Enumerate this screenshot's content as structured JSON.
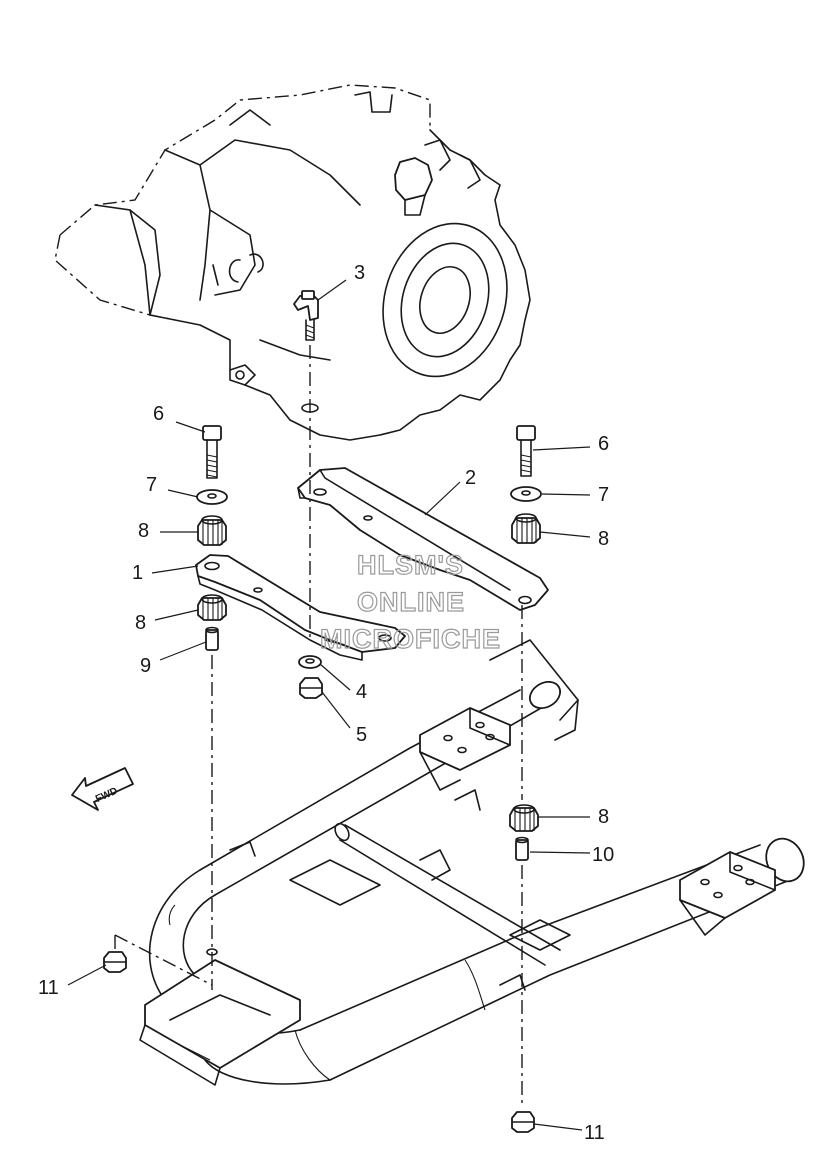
{
  "callouts": [
    {
      "id": "c3",
      "text": "3"
    },
    {
      "id": "c6l",
      "text": "6"
    },
    {
      "id": "c6r",
      "text": "6"
    },
    {
      "id": "c2",
      "text": "2"
    },
    {
      "id": "c7l",
      "text": "7"
    },
    {
      "id": "c7r",
      "text": "7"
    },
    {
      "id": "c8l",
      "text": "8"
    },
    {
      "id": "c8r",
      "text": "8"
    },
    {
      "id": "c1",
      "text": "1"
    },
    {
      "id": "c8lb",
      "text": "8"
    },
    {
      "id": "c9",
      "text": "9"
    },
    {
      "id": "c4",
      "text": "4"
    },
    {
      "id": "c5",
      "text": "5"
    },
    {
      "id": "c8rb",
      "text": "8"
    },
    {
      "id": "c10",
      "text": "10"
    },
    {
      "id": "c11l",
      "text": "11"
    },
    {
      "id": "c11r",
      "text": "11"
    }
  ],
  "watermark": {
    "line1": "HLSM'S",
    "line2": "ONLINE",
    "line3": "MICROFICHE"
  },
  "fwd_label": "FWD"
}
